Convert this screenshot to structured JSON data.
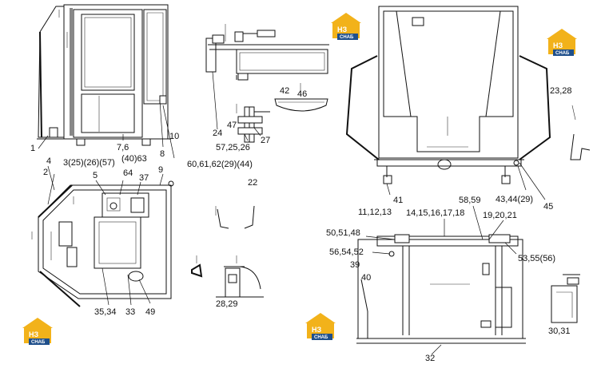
{
  "logo": {
    "mark": "НЗ",
    "word": "СНАБ",
    "primary_color": "#f2b21a",
    "secondary_color": "#1f4f8b"
  },
  "labels": {
    "l1": "1",
    "l2": "2",
    "l3": "3(25)(26)(57)",
    "l4": "4",
    "l5": "5",
    "l76": "7,6",
    "l8": "8",
    "l9": "9",
    "l10": "10",
    "l40_63": "(40)63",
    "l64": "64",
    "l37": "37",
    "l60": "60,61,62(29)(44)",
    "l24": "24",
    "l47": "47",
    "l57": "57,25,26",
    "l27": "27",
    "l42": "42",
    "l46": "46",
    "l22": "22",
    "l28_29": "28,29",
    "l35_34": "35,34",
    "l33": "33",
    "l49": "49",
    "l41": "41",
    "l11": "11,12,13",
    "l43": "43,44(29)",
    "l45": "45",
    "l23": "23,28",
    "l14": "14,15,16,17,18",
    "l58": "58,59",
    "l19": "19,20,21",
    "l50": "50,51,48",
    "l56": "56,54,52",
    "l39": "39",
    "l40": "40",
    "l53": "53,55(56)",
    "l30": "30,31",
    "l32": "32"
  }
}
